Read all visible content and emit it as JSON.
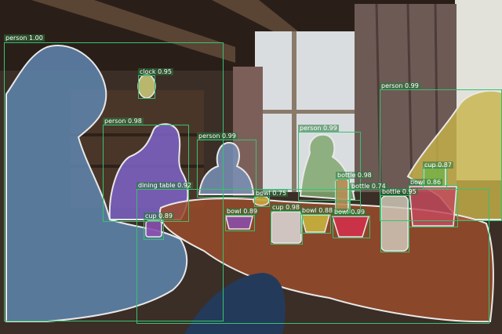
{
  "colors": {
    "box": "#38c172",
    "label_bg": "#2f7d4a",
    "person_a": "#5f86b0",
    "person_b": "#7c63c8",
    "person_c": "#7a90b8",
    "person_d": "#80a870",
    "person_e": "#c9b44a",
    "table": "#9a4b2a",
    "clock": "#b9b66d",
    "bowl": "#c8a63c",
    "cup": "#8a4fb0",
    "bottle": "#b88f55"
  },
  "detections": [
    {
      "label": "person 1.00"
    },
    {
      "label": "person 0.98"
    },
    {
      "label": "person 0.99"
    },
    {
      "label": "person 0.99"
    },
    {
      "label": "person 0.99"
    },
    {
      "label": "clock 0.95"
    },
    {
      "label": "dining table 0.92"
    },
    {
      "label": "cup 0.89"
    },
    {
      "label": "bowl 0.75"
    },
    {
      "label": "bowl 0.89"
    },
    {
      "label": "cup 0.98"
    },
    {
      "label": "bowl 0.88"
    },
    {
      "label": "bowl 0.99"
    },
    {
      "label": "bottle 0.98"
    },
    {
      "label": "bottle 0.74"
    },
    {
      "label": "cup 0.87"
    },
    {
      "label": "bowl 0.86"
    },
    {
      "label": "bottle 0.95"
    }
  ]
}
